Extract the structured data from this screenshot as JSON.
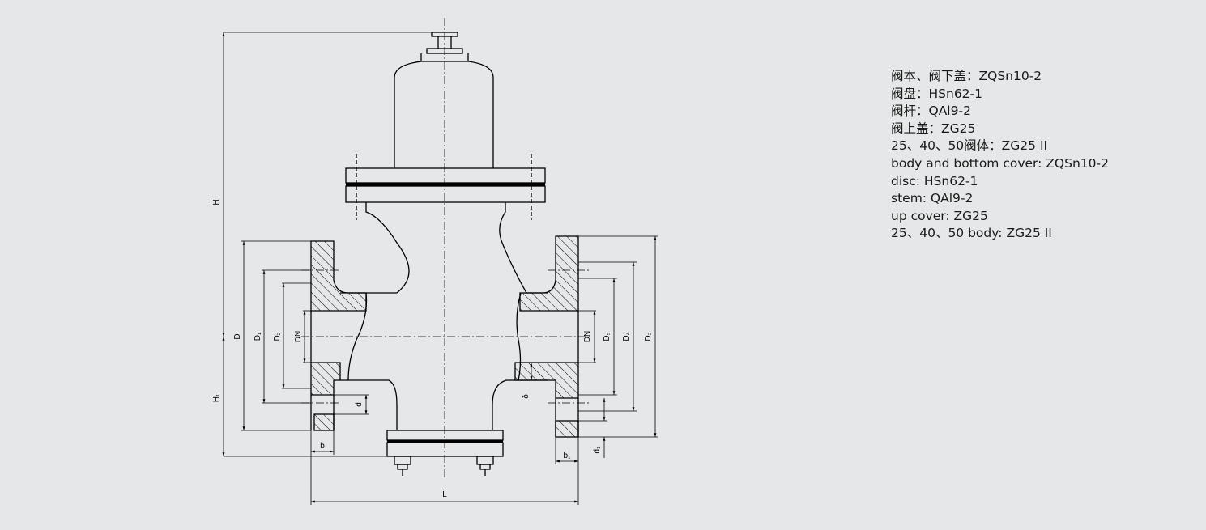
{
  "labels": {
    "H": "H",
    "H1": "H₁",
    "D": "D",
    "D1": "D₁",
    "D2": "D₂",
    "DN_left": "DN",
    "DN_right": "DN",
    "D3": "D₃",
    "D4": "D₄",
    "D5": "D₅",
    "b": "b",
    "b1": "b₁",
    "d": "d",
    "d1": "d₁",
    "delta": "δ",
    "L": "L"
  },
  "materials": [
    "阀本、阀下盖：ZQSn10-2",
    "阀盘：HSn62-1",
    "阀杆：QAl9-2",
    "阀上盖：ZG25",
    "25、40、50阀体：ZG25 II",
    "body and bottom cover: ZQSn10-2",
    "disc: HSn62-1",
    "stem: QAl9-2",
    "up cover: ZG25",
    "25、40、50 body: ZG25 II"
  ],
  "colors": {
    "background": "#e6e7e8",
    "line": "#000000"
  }
}
